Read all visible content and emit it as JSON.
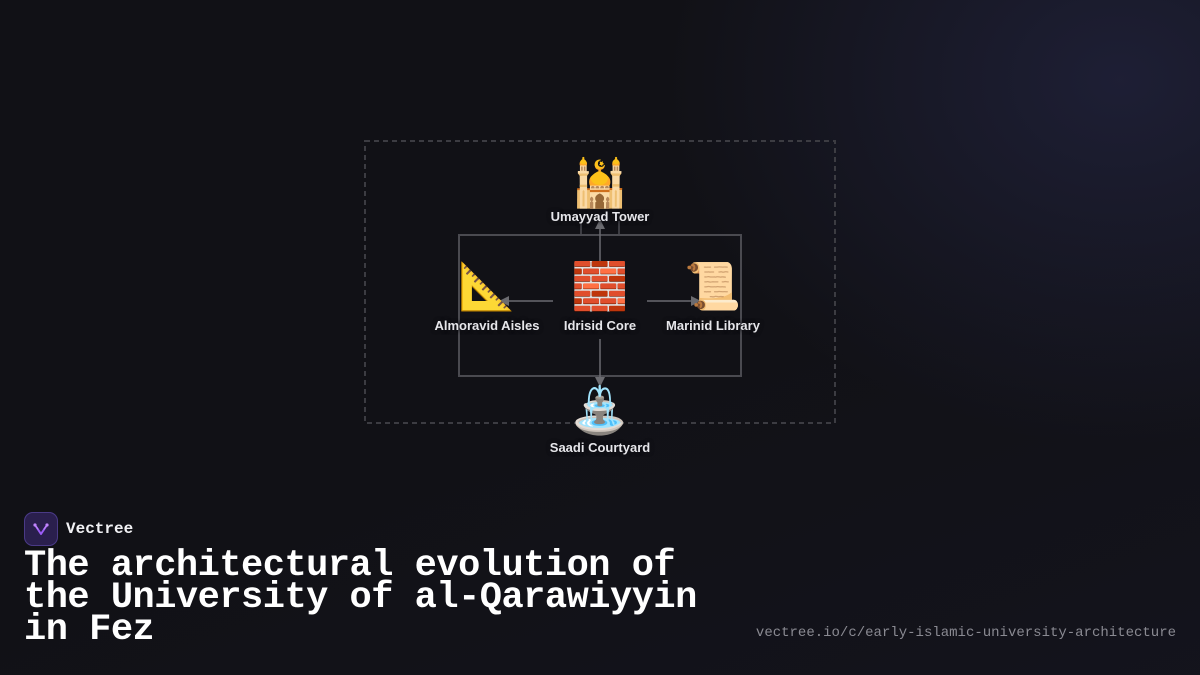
{
  "diagram": {
    "nodes": [
      {
        "id": "umayyad",
        "label": "Umayyad Tower",
        "icon": "mosque-icon",
        "glyph": "🕌"
      },
      {
        "id": "almoravid",
        "label": "Almoravid Aisles",
        "icon": "triangular-ruler-icon",
        "glyph": "📐"
      },
      {
        "id": "idrisid",
        "label": "Idrisid Core",
        "icon": "brick-icon",
        "glyph": "🧱"
      },
      {
        "id": "marinid",
        "label": "Marinid Library",
        "icon": "scroll-icon",
        "glyph": "📜"
      },
      {
        "id": "saadi",
        "label": "Saadi Courtyard",
        "icon": "fountain-icon",
        "glyph": "⛲"
      }
    ],
    "edges": [
      {
        "from": "idrisid",
        "to": "umayyad"
      },
      {
        "from": "idrisid",
        "to": "almoravid"
      },
      {
        "from": "idrisid",
        "to": "marinid"
      },
      {
        "from": "idrisid",
        "to": "saadi"
      }
    ]
  },
  "brand": {
    "name": "Vectree",
    "logo": "vectree-logo-icon",
    "accent": "#9b5cf6"
  },
  "title": "The architectural evolution of the University of al-Qarawiyyin in Fez",
  "url": "vectree.io/c/early-islamic-university-architecture",
  "colors": {
    "background": "#111116",
    "edge": "#6b6b70",
    "frame": "#4a4a50",
    "dashed_frame": "#3c3c42"
  }
}
